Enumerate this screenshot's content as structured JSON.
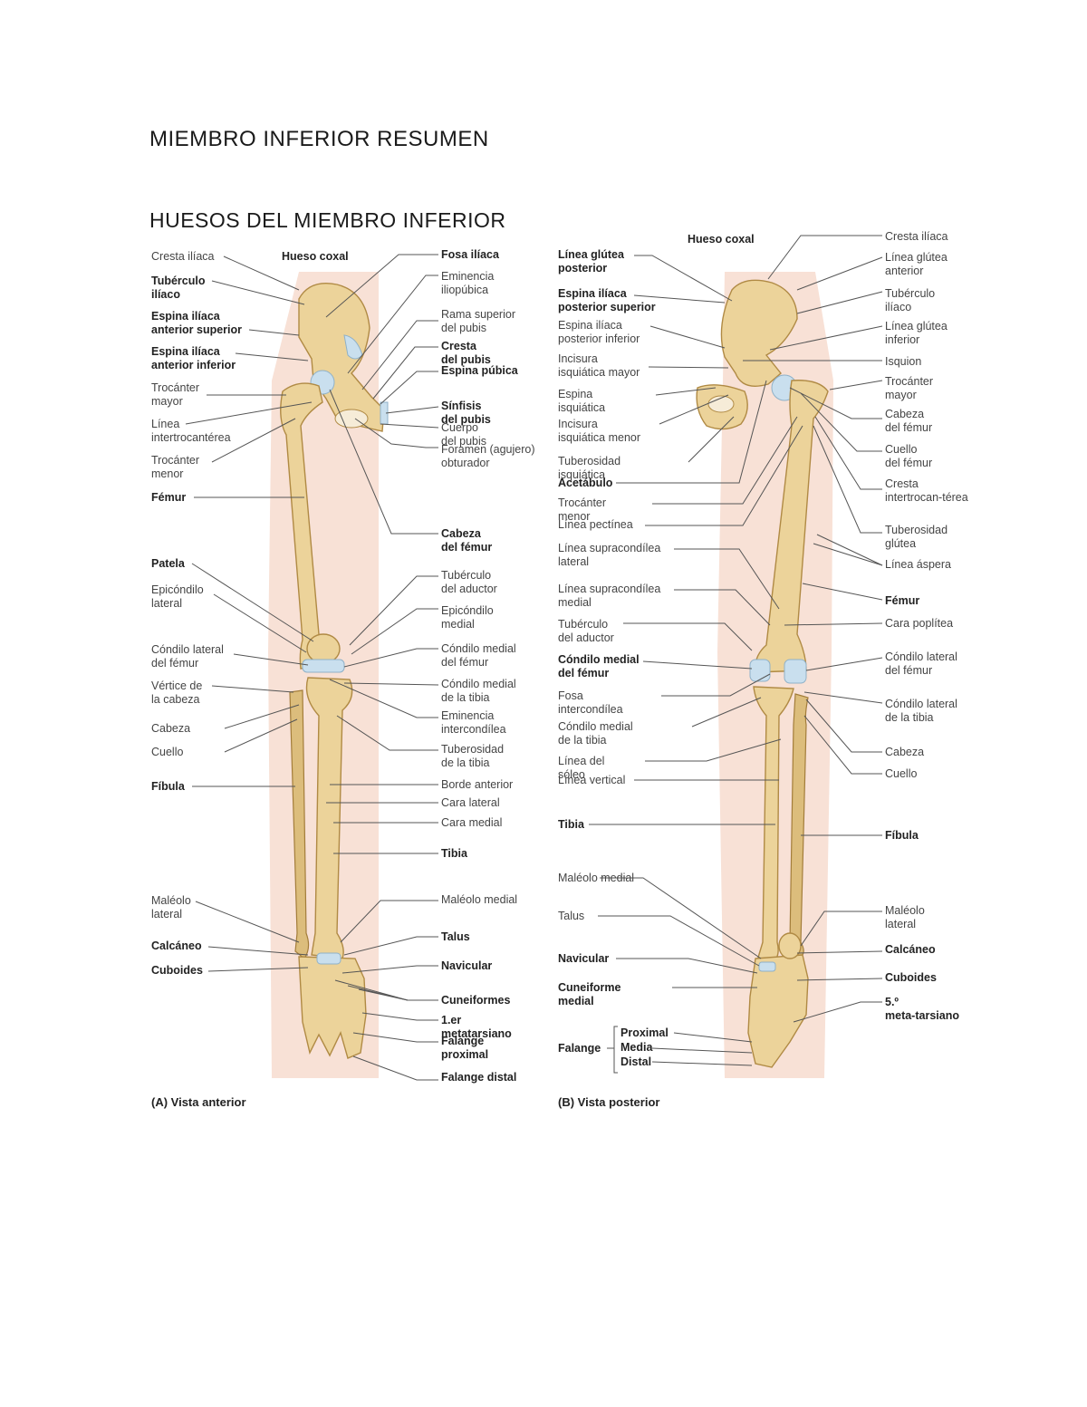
{
  "document": {
    "title": "MIEMBRO INFERIOR RESUMEN",
    "section": "HUESOS DEL MIEMBRO INFERIOR"
  },
  "anterior": {
    "caption": "(A) Vista anterior",
    "left_labels": [
      "Cresta ilíaca",
      "Tubérculo ilíaco",
      "Espina ilíaca anterior superior",
      "Espina ilíaca anterior inferior",
      "Trocánter mayor",
      "Línea intertrocantérea",
      "Trocánter menor",
      "Fémur",
      "Patela",
      "Epicóndilo lateral",
      "Cóndilo lateral del fémur",
      "Vértice de la cabeza",
      "Cabeza",
      "Cuello",
      "Fíbula",
      "Maléolo lateral",
      "Calcáneo",
      "Cuboides"
    ],
    "top_label": "Hueso coxal",
    "right_labels": [
      "Fosa ilíaca",
      "Eminencia iliopúbica",
      "Rama superior del pubis",
      "Cresta del pubis",
      "Espina púbica",
      "Sínfisis del pubis",
      "Cuerpo del pubis",
      "Foramen (agujero) obturador",
      "Cabeza del fémur",
      "Tubérculo del aductor",
      "Epicóndilo medial",
      "Cóndilo medial del fémur",
      "Cóndilo medial de la tibia",
      "Eminencia intercondílea",
      "Tuberosidad de la tibia",
      "Borde anterior",
      "Cara lateral",
      "Cara medial",
      "Tibia",
      "Maléolo medial",
      "Talus",
      "Navicular",
      "Cuneiformes",
      "1.er metatarsiano",
      "Falange proximal",
      "Falange distal"
    ]
  },
  "posterior": {
    "caption": "(B) Vista posterior",
    "top_label": "Hueso coxal",
    "left_labels": [
      "Línea glútea posterior",
      "Espina ilíaca posterior superior",
      "Espina ilíaca posterior inferior",
      "Incisura isquiática mayor",
      "Espina isquiática",
      "Incisura isquiática menor",
      "Tuberosidad isquiática",
      "Acetábulo",
      "Trocánter menor",
      "Línea pectínea",
      "Línea supracondílea lateral",
      "Línea supracondílea medial",
      "Tubérculo del aductor",
      "Cóndilo medial del fémur",
      "Fosa intercondílea",
      "Cóndilo medial de la tibia",
      "Línea del sóleo",
      "Línea vertical",
      "Tibia",
      "Maléolo medial",
      "Talus",
      "Navicular",
      "Cuneiforme medial",
      "Falange"
    ],
    "phalanx_parts": [
      "Proximal",
      "Media",
      "Distal"
    ],
    "right_labels": [
      "Cresta ilíaca",
      "Línea glútea anterior",
      "Tubérculo ilíaco",
      "Línea glútea inferior",
      "Isquion",
      "Trocánter mayor",
      "Cabeza del fémur",
      "Cuello del fémur",
      "Cresta intertrocan-térea",
      "Tuberosidad glútea",
      "Línea áspera",
      "Fémur",
      "Cara poplítea",
      "Cóndilo lateral del fémur",
      "Cóndilo lateral de la tibia",
      "Cabeza",
      "Cuello",
      "Fíbula",
      "Maléolo lateral",
      "Calcáneo",
      "Cuboides",
      "5.º meta-tarsiano"
    ]
  }
}
